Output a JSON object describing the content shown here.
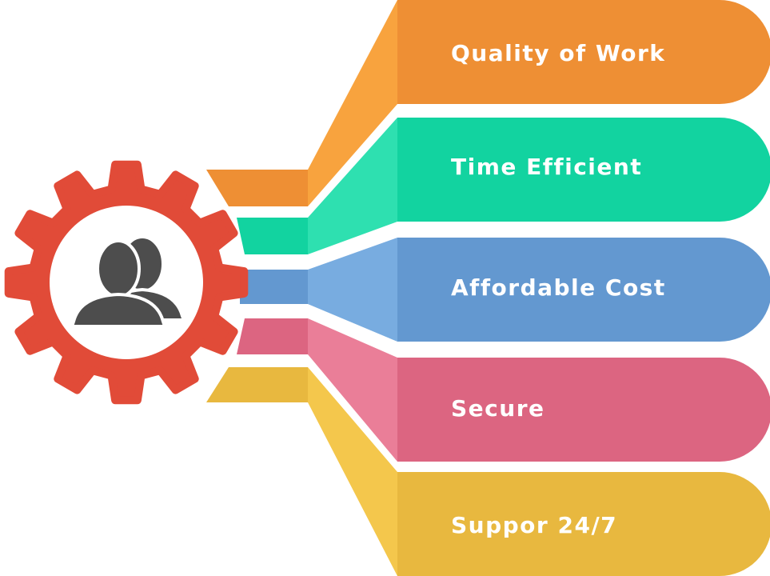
{
  "colors": {
    "gear": "#e14b38",
    "gear_inner": "#ffffff",
    "people_icon": "#4d4d4d",
    "background": "#ffffff"
  },
  "icons": {
    "center": "people-icon",
    "frame": "gear-icon"
  },
  "items": [
    {
      "label": "Quality of Work",
      "color": "#ee8f34",
      "light": "#f8a33e"
    },
    {
      "label": "Time Efficient",
      "color": "#12d3a0",
      "light": "#2ee0b0"
    },
    {
      "label": "Affordable Cost",
      "color": "#6398d0",
      "light": "#78ace0"
    },
    {
      "label": "Secure",
      "color": "#dc6581",
      "light": "#ea7e98"
    },
    {
      "label": "Suppor 24/7",
      "color": "#e8b83f",
      "light": "#f4c74c"
    }
  ]
}
